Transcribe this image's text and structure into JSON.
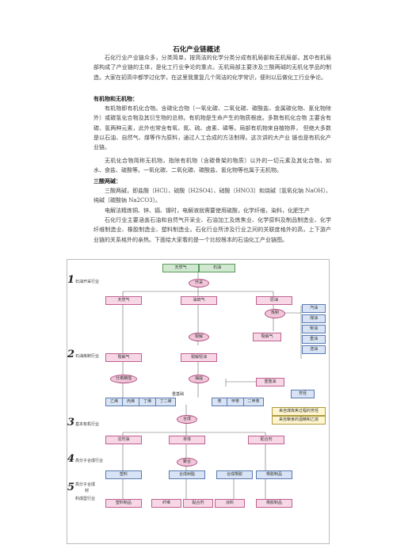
{
  "doc": {
    "title": "石化产业链概述",
    "intro": "石化行业产业链众多，分类简单，按简洁的化学分类分成有机局部和无机局部，其中有机局部构成了产业链的主体，是化工行业争论的重点。无机局部主要涉及三酸两碱的无机化学品的制造。大家在初高中都学过化学，在这里我重复几个简洁的化学常识，便利以后做化工行业争论。",
    "h1": "有机物和无机物：",
    "p1": "有机物即有机化合物。含碳化合物〔一氧化碳、二氧化碳、碳酸盐、金属碳化物、氰化物除外〕或碳氢化合物及其衍生物的总称。有机物是生命产生的物质根底。多数有机化合物 主要含有碳、氢两种元素，此外也常含有氧、氮、硫、卤素、磷等。局部有机物来自植物界， 但绝大多数是以石油、自然气、煤等作为原料，通过人工合成的方法制得。这次讲的大产业 链也是有机化产业链。",
    "p2": "无机化合物简称无机物，指除有机物〔含碳骨架的物质〕以外的一切元素及其化合物，如水、食盐、硫酸等。一氧化碳、二氧化碳、碳酸盐、氰化物等也属于无机物。",
    "h2": "三酸两碱：",
    "p3": "三酸两碱，即盐酸〔HCl〕、硫酸〔H2SO4〕、硝酸〔HNO3〕和烧碱〔氢氧化钠 NaOH〕、纯碱〔碳酸钠 Na2CO3〕。",
    "p4": "电解法精炼铜、锌、镉、镍时，电解液就需要使用硫酸，化学纤维，染料，化肥生产",
    "p5": "石化行业主要涵盖石油和自然气开采业、石油加工及炼焦业、化学原料及制品制造业、化学纤维制造业、橡胶制造业、塑料制造业。石化行业所涉及行业之间的关联度格外的高，上下游产业链的关系格外的亲热。下面给大家看的是一个比较根本的石油化工产业链图。"
  },
  "diagram": {
    "levels": [
      {
        "num": "1",
        "label": "石油开采行业"
      },
      {
        "num": "2",
        "label": "石油炼制行业"
      },
      {
        "num": "3",
        "label": "基本有机行业"
      },
      {
        "num": "4",
        "label": "高分子合成行业"
      },
      {
        "num": "5",
        "label": "高分子合成材料成型行业",
        "label_a": "高分子合成",
        "label_b": "材",
        "label_c": "料成型行业"
      }
    ],
    "top": {
      "a": "天然气",
      "b": "石油"
    },
    "kaicai": "开采",
    "row1": {
      "a": "天然气",
      "b": "油田气",
      "c": "原油"
    },
    "lianzhi": "炼制",
    "products": [
      "汽油",
      "煤油",
      "柴油",
      "重油",
      "渣油"
    ],
    "liejie": "裂解",
    "liejieqi": "裂解气",
    "row2": {
      "a": "裂解气",
      "b": "裂解轻油"
    },
    "fenli": "分离精馏",
    "chouti": "抽提",
    "zhongzheng": "重整油",
    "jiben": "重基础",
    "fangting": "芳烃",
    "row3": [
      "乙烯",
      "丙烯",
      "丁烯",
      "丁二烯",
      "苯",
      "甲苯",
      "二甲苯"
    ],
    "side1": "来自煤炼焦过程的芳烃",
    "side2": "来自粮食的酒精和乙烷",
    "hecheng": "合成",
    "row4": {
      "a": "溶剂油",
      "b": "单体",
      "c": "配合剂"
    },
    "juhe": "聚合",
    "row5": {
      "a": "塑料",
      "b": "合成树脂",
      "c": "合成橡胶",
      "d": "橡胶制品"
    },
    "row6": {
      "a": "塑料制品",
      "b": "纤维",
      "c": "黏合剂",
      "d": "涂料",
      "e": "橡胶制品"
    }
  }
}
